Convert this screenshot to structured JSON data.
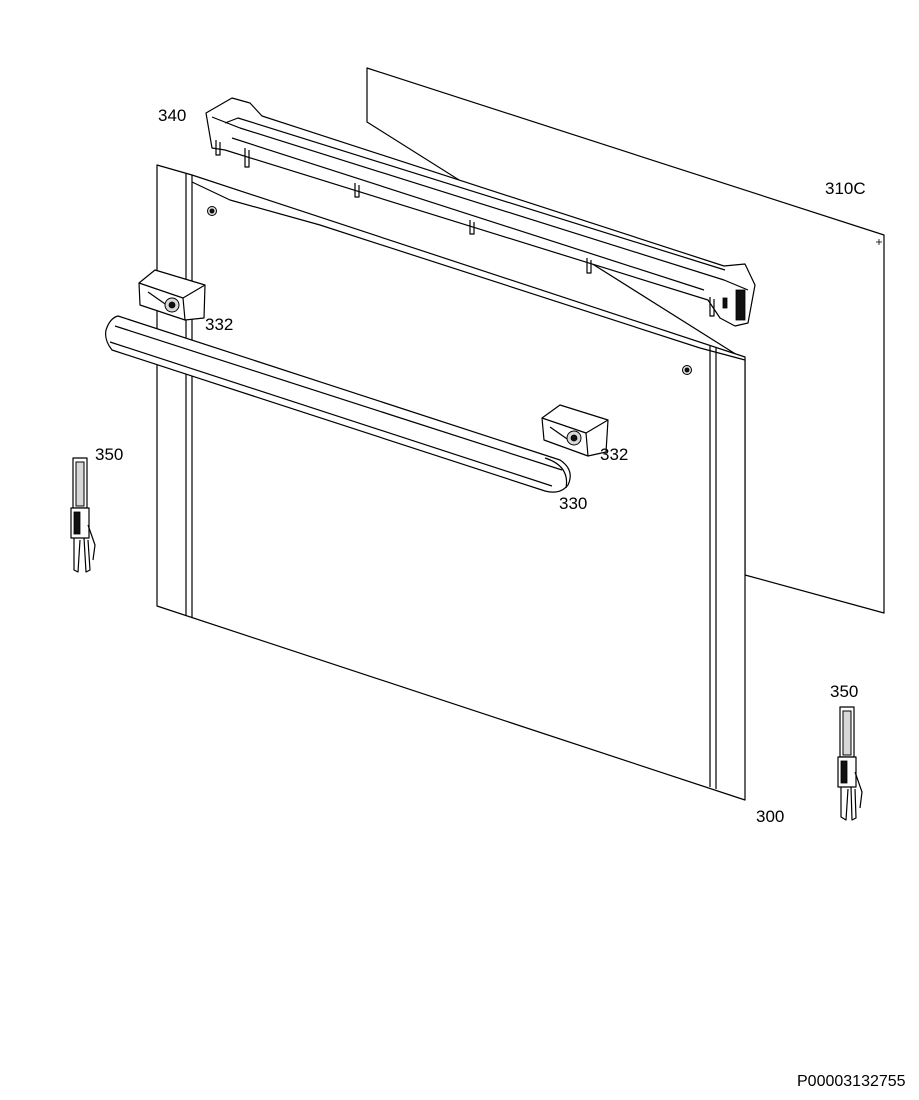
{
  "labels": {
    "glass_panel": "310C",
    "top_trim": "340",
    "handle_bracket_left": "332",
    "handle_bracket_right": "332",
    "handle": "330",
    "hinge_left": "350",
    "hinge_right": "350",
    "door_frame": "300"
  },
  "drawing_number": "P00003132755"
}
